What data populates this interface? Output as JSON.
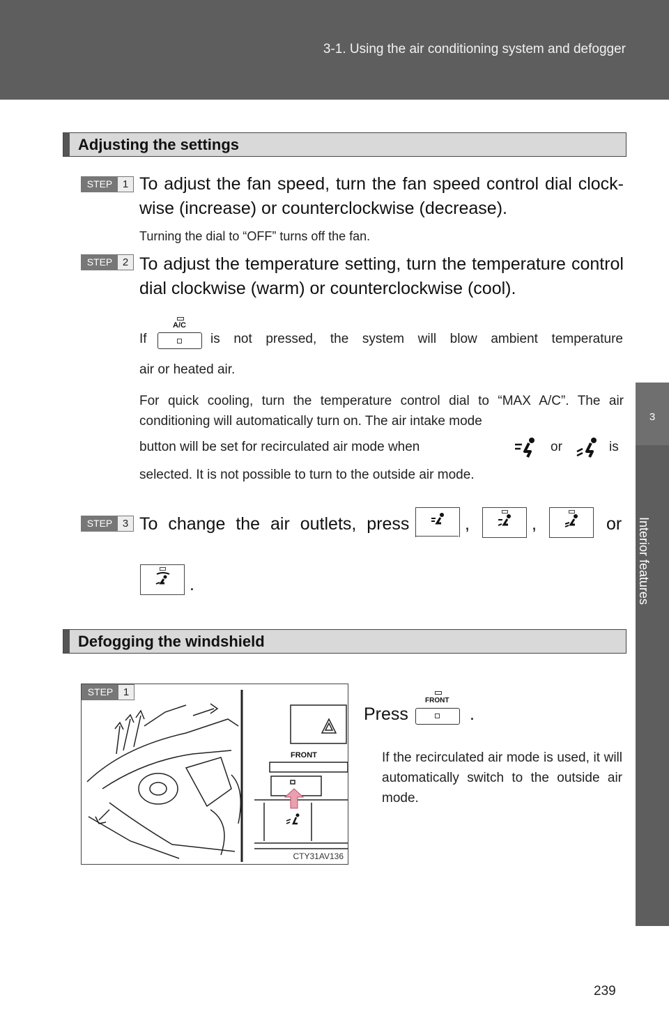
{
  "header": {
    "breadcrumb": "3-1. Using the air conditioning system and defogger"
  },
  "side_tab": {
    "number": "3",
    "title": "Interior features"
  },
  "section1": {
    "heading": "Adjusting the settings",
    "step1": {
      "label": "STEP",
      "num": "1",
      "text": "To adjust the fan speed, turn the fan speed control dial clock-wise (increase) or counterclockwise (decrease).",
      "note": "Turning the dial to “OFF” turns off the fan."
    },
    "step2": {
      "label": "STEP",
      "num": "2",
      "text": "To adjust the temperature setting, turn the temperature control dial clockwise (warm) or counterclockwise (cool).",
      "note1_pre": "If",
      "note1_post": "is not pressed, the system will blow ambient temperature",
      "note1_end": "air or heated air.",
      "ac_label": "A/C",
      "note2": "For quick cooling, turn the temperature control dial to “MAX A/C”. The air conditioning will automatically turn on. The air intake mode",
      "note2_b_pre": "button will be set for recirculated air mode when",
      "note2_b_or": "or",
      "note2_b_post": "is",
      "note2_end": "selected. It is not possible to turn to the outside air mode."
    },
    "step3": {
      "label": "STEP",
      "num": "3",
      "text_pre": "To change the air outlets, press",
      "comma": ",",
      "or": "or",
      "period": "."
    }
  },
  "section2": {
    "heading": "Defogging the windshield",
    "step1": {
      "label": "STEP",
      "num": "1",
      "press": "Press",
      "period": ".",
      "front_label": "FRONT",
      "note": "If the recirculated air mode is used, it will automatically switch to the outside air mode."
    },
    "figure": {
      "code": "CTY31AV136",
      "front_label": "FRONT"
    }
  },
  "page_number": "239",
  "colors": {
    "header_bg": "#5e5e5e",
    "section_bg": "#d9d9d9",
    "step_dark": "#777777"
  }
}
